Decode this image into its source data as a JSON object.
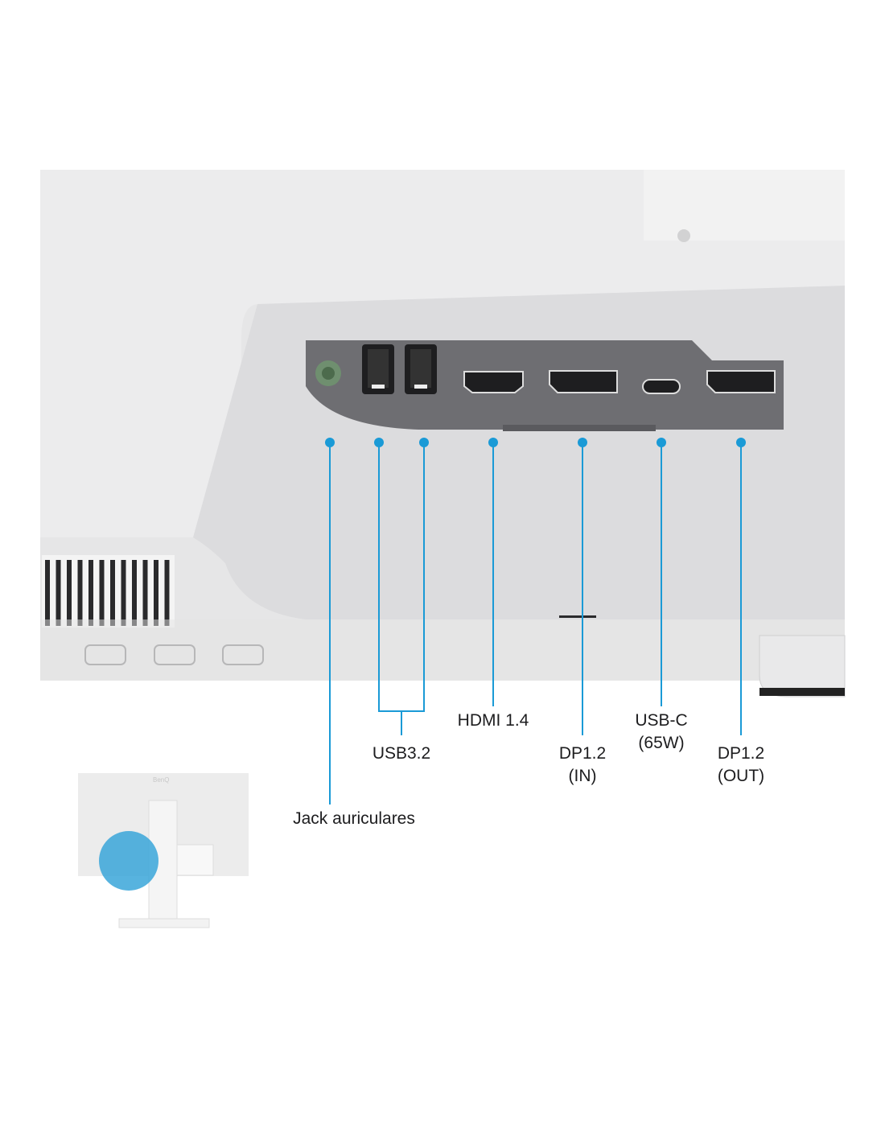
{
  "accent_color": "#1a9ad6",
  "thumbnail": {
    "logo_text": "BenQ"
  },
  "ports": [
    {
      "id": "headphone",
      "label_line1": "Jack auriculares",
      "label_line2": ""
    },
    {
      "id": "usb",
      "label_line1": "USB3.2",
      "label_line2": ""
    },
    {
      "id": "hdmi",
      "label_line1": "HDMI 1.4",
      "label_line2": ""
    },
    {
      "id": "dp-in",
      "label_line1": "DP1.2",
      "label_line2": "(IN)"
    },
    {
      "id": "usbc",
      "label_line1": "USB-C",
      "label_line2": "(65W)"
    },
    {
      "id": "dp-out",
      "label_line1": "DP1.2",
      "label_line2": "(OUT)"
    }
  ]
}
